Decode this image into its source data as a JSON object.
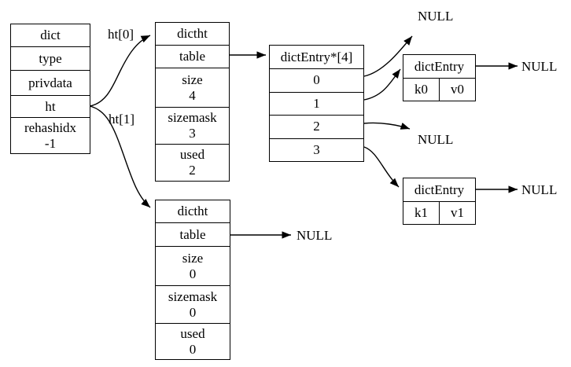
{
  "diagram": {
    "description": "Redis dict hash table structure diagram",
    "colors": {
      "stroke": "#000000",
      "background": "#ffffff"
    },
    "dict": {
      "rows": [
        {
          "label": "dict"
        },
        {
          "label": "type"
        },
        {
          "label": "privdata"
        },
        {
          "label": "ht"
        },
        {
          "label": "rehashidx",
          "value": "-1"
        }
      ]
    },
    "edge_labels": {
      "ht0": "ht[0]",
      "ht1": "ht[1]"
    },
    "hash_table_0": {
      "rows": [
        {
          "label": "dictht"
        },
        {
          "label": "table"
        },
        {
          "label": "size",
          "value": "4"
        },
        {
          "label": "sizemask",
          "value": "3"
        },
        {
          "label": "used",
          "value": "2"
        }
      ]
    },
    "hash_table_1": {
      "rows": [
        {
          "label": "dictht"
        },
        {
          "label": "table"
        },
        {
          "label": "size",
          "value": "0"
        },
        {
          "label": "sizemask",
          "value": "0"
        },
        {
          "label": "used",
          "value": "0"
        }
      ]
    },
    "bucket_array": {
      "header": "dictEntry*[4]",
      "slots": [
        "0",
        "1",
        "2",
        "3"
      ]
    },
    "entry_0": {
      "header": "dictEntry",
      "key": "k0",
      "value": "v0"
    },
    "entry_1": {
      "header": "dictEntry",
      "key": "k1",
      "value": "v1"
    },
    "null_label": "NULL"
  }
}
